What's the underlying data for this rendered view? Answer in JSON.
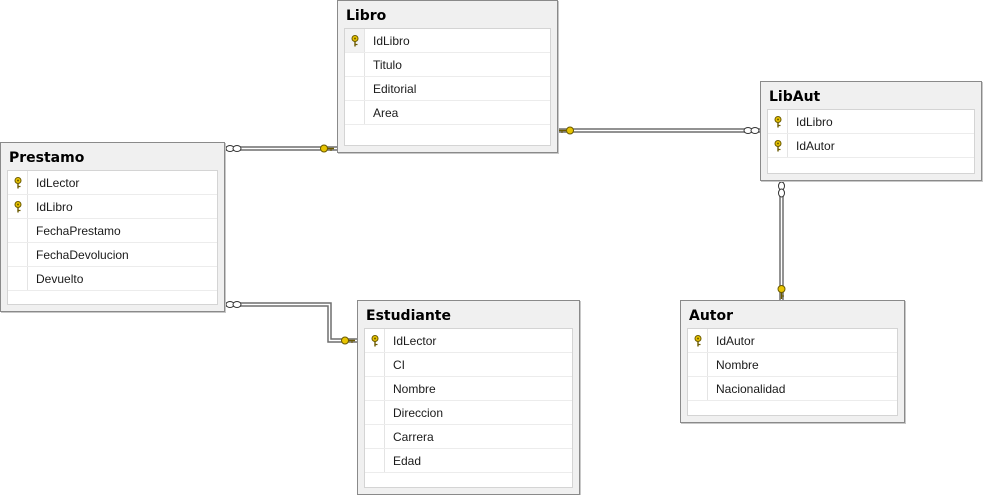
{
  "colors": {
    "key": "#e8c400",
    "line": "#6f6f6f",
    "table_bg": "#f0f0f0"
  },
  "icons": {
    "primary_key": "key-icon"
  },
  "tables": {
    "libro": {
      "title": "Libro",
      "columns": [
        {
          "name": "IdLibro",
          "pk": true
        },
        {
          "name": "Titulo",
          "pk": false
        },
        {
          "name": "Editorial",
          "pk": false
        },
        {
          "name": "Area",
          "pk": false
        }
      ]
    },
    "libaut": {
      "title": "LibAut",
      "columns": [
        {
          "name": "IdLibro",
          "pk": true
        },
        {
          "name": "IdAutor",
          "pk": true
        }
      ]
    },
    "prestamo": {
      "title": "Prestamo",
      "columns": [
        {
          "name": "IdLector",
          "pk": true
        },
        {
          "name": "IdLibro",
          "pk": true
        },
        {
          "name": "FechaPrestamo",
          "pk": false
        },
        {
          "name": "FechaDevolucion",
          "pk": false
        },
        {
          "name": "Devuelto",
          "pk": false
        }
      ]
    },
    "estudiante": {
      "title": "Estudiante",
      "columns": [
        {
          "name": "IdLector",
          "pk": true
        },
        {
          "name": "CI",
          "pk": false
        },
        {
          "name": "Nombre",
          "pk": false
        },
        {
          "name": "Direccion",
          "pk": false
        },
        {
          "name": "Carrera",
          "pk": false
        },
        {
          "name": "Edad",
          "pk": false
        }
      ]
    },
    "autor": {
      "title": "Autor",
      "columns": [
        {
          "name": "IdAutor",
          "pk": true
        },
        {
          "name": "Nombre",
          "pk": false
        },
        {
          "name": "Nacionalidad",
          "pk": false
        }
      ]
    }
  },
  "relationships": [
    {
      "from": "prestamo",
      "to": "libro",
      "many_end": "prestamo",
      "one_end": "libro"
    },
    {
      "from": "libaut",
      "to": "libro",
      "many_end": "libaut",
      "one_end": "libro"
    },
    {
      "from": "prestamo",
      "to": "estudiante",
      "many_end": "prestamo",
      "one_end": "estudiante"
    },
    {
      "from": "libaut",
      "to": "autor",
      "many_end": "libaut",
      "one_end": "autor"
    }
  ]
}
